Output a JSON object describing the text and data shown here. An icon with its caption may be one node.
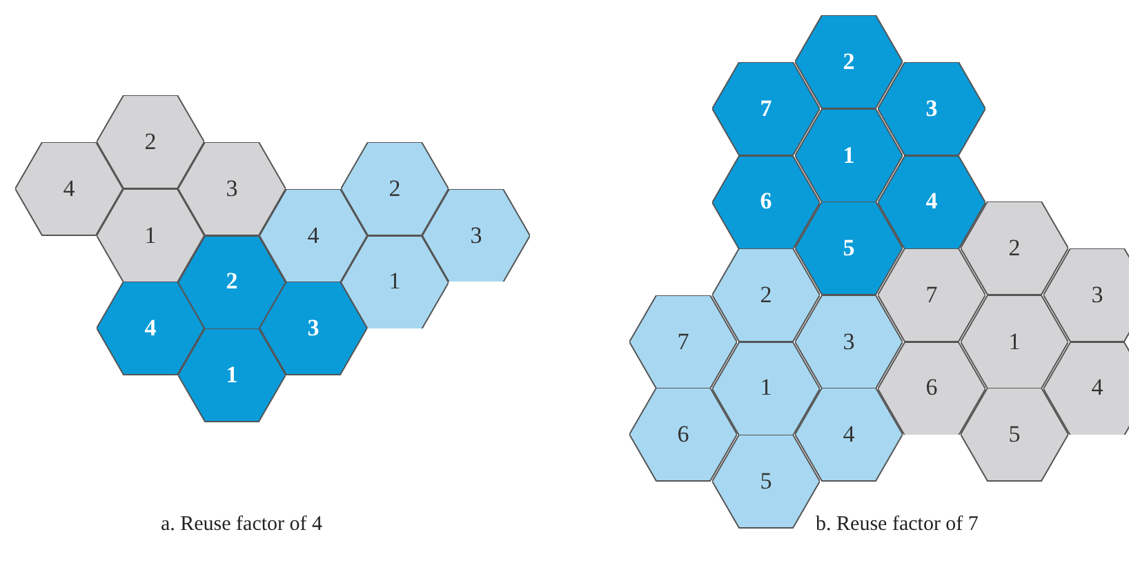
{
  "diagram": {
    "nodes": [
      {
        "text": [
          "2"
        ]
      },
      {
        "text": [
          "4"
        ]
      },
      {
        "text": [
          "3"
        ]
      },
      {
        "text": [
          "2"
        ]
      },
      {
        "text": [
          "1"
        ]
      },
      {
        "text": [
          "4"
        ]
      },
      {
        "text": [
          "3"
        ]
      },
      {
        "text": [
          "2"
        ]
      },
      {
        "text": [
          "1"
        ]
      },
      {
        "text": [
          "4"
        ]
      },
      {
        "text": [
          "3"
        ]
      },
      {
        "text": [
          "1"
        ]
      },
      {
        "text": [
          "2"
        ]
      },
      {
        "text": [
          "7"
        ]
      },
      {
        "text": [
          "3"
        ]
      },
      {
        "text": [
          "1"
        ]
      },
      {
        "text": [
          "6"
        ]
      },
      {
        "text": [
          "4"
        ]
      },
      {
        "text": [
          "5"
        ]
      },
      {
        "text": [
          "2"
        ]
      },
      {
        "text": [
          "2"
        ]
      },
      {
        "text": [
          "7"
        ]
      },
      {
        "text": [
          "3"
        ]
      },
      {
        "text": [
          "7"
        ]
      },
      {
        "text": [
          "3"
        ]
      },
      {
        "text": [
          "1"
        ]
      },
      {
        "text": [
          "1"
        ]
      },
      {
        "text": [
          "6"
        ]
      },
      {
        "text": [
          "4"
        ]
      },
      {
        "text": [
          "6"
        ]
      },
      {
        "text": [
          "4"
        ]
      },
      {
        "text": [
          "5"
        ]
      },
      {
        "text": [
          "5"
        ]
      }
    ],
    "labels": [
      "a. Reuse factor of 4",
      "b. Reuse factor of 7"
    ]
  }
}
